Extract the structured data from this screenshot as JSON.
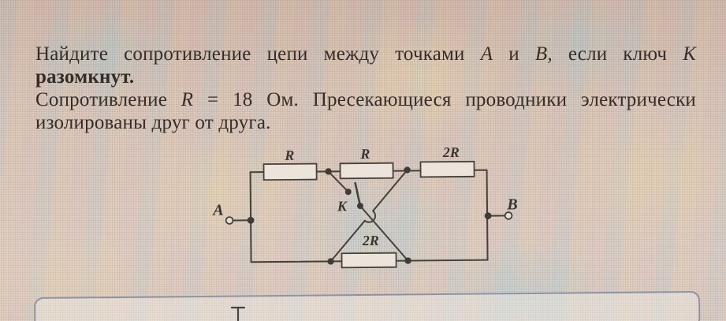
{
  "problem": {
    "line1_pre": "Найдите сопротивление цепи между точками",
    "line1_a": "A",
    "line1_mid": "и",
    "line1_b": "B,",
    "line1_post": "если ключ",
    "line1_k": "K",
    "line2_bold": "разомкнут.",
    "line3_pre": "Сопротивление",
    "line3_r": "R",
    "line3_post": "= 18 Ом. Пресекающиеся проводники электрически",
    "line4": "изолированы друг от друга."
  },
  "circuit": {
    "resistor_labels": {
      "r1": "R",
      "r2": "R",
      "r3": "2R",
      "r4": "2R"
    },
    "switch_label": "K",
    "terminal_a": "A",
    "terminal_b": "B"
  },
  "colors": {
    "background": "#d9c4b8",
    "text": "#362c28",
    "circuit_line": "#46413c",
    "resistor_fill": "#ece3da",
    "answer_box_border": "#8d94a4"
  }
}
